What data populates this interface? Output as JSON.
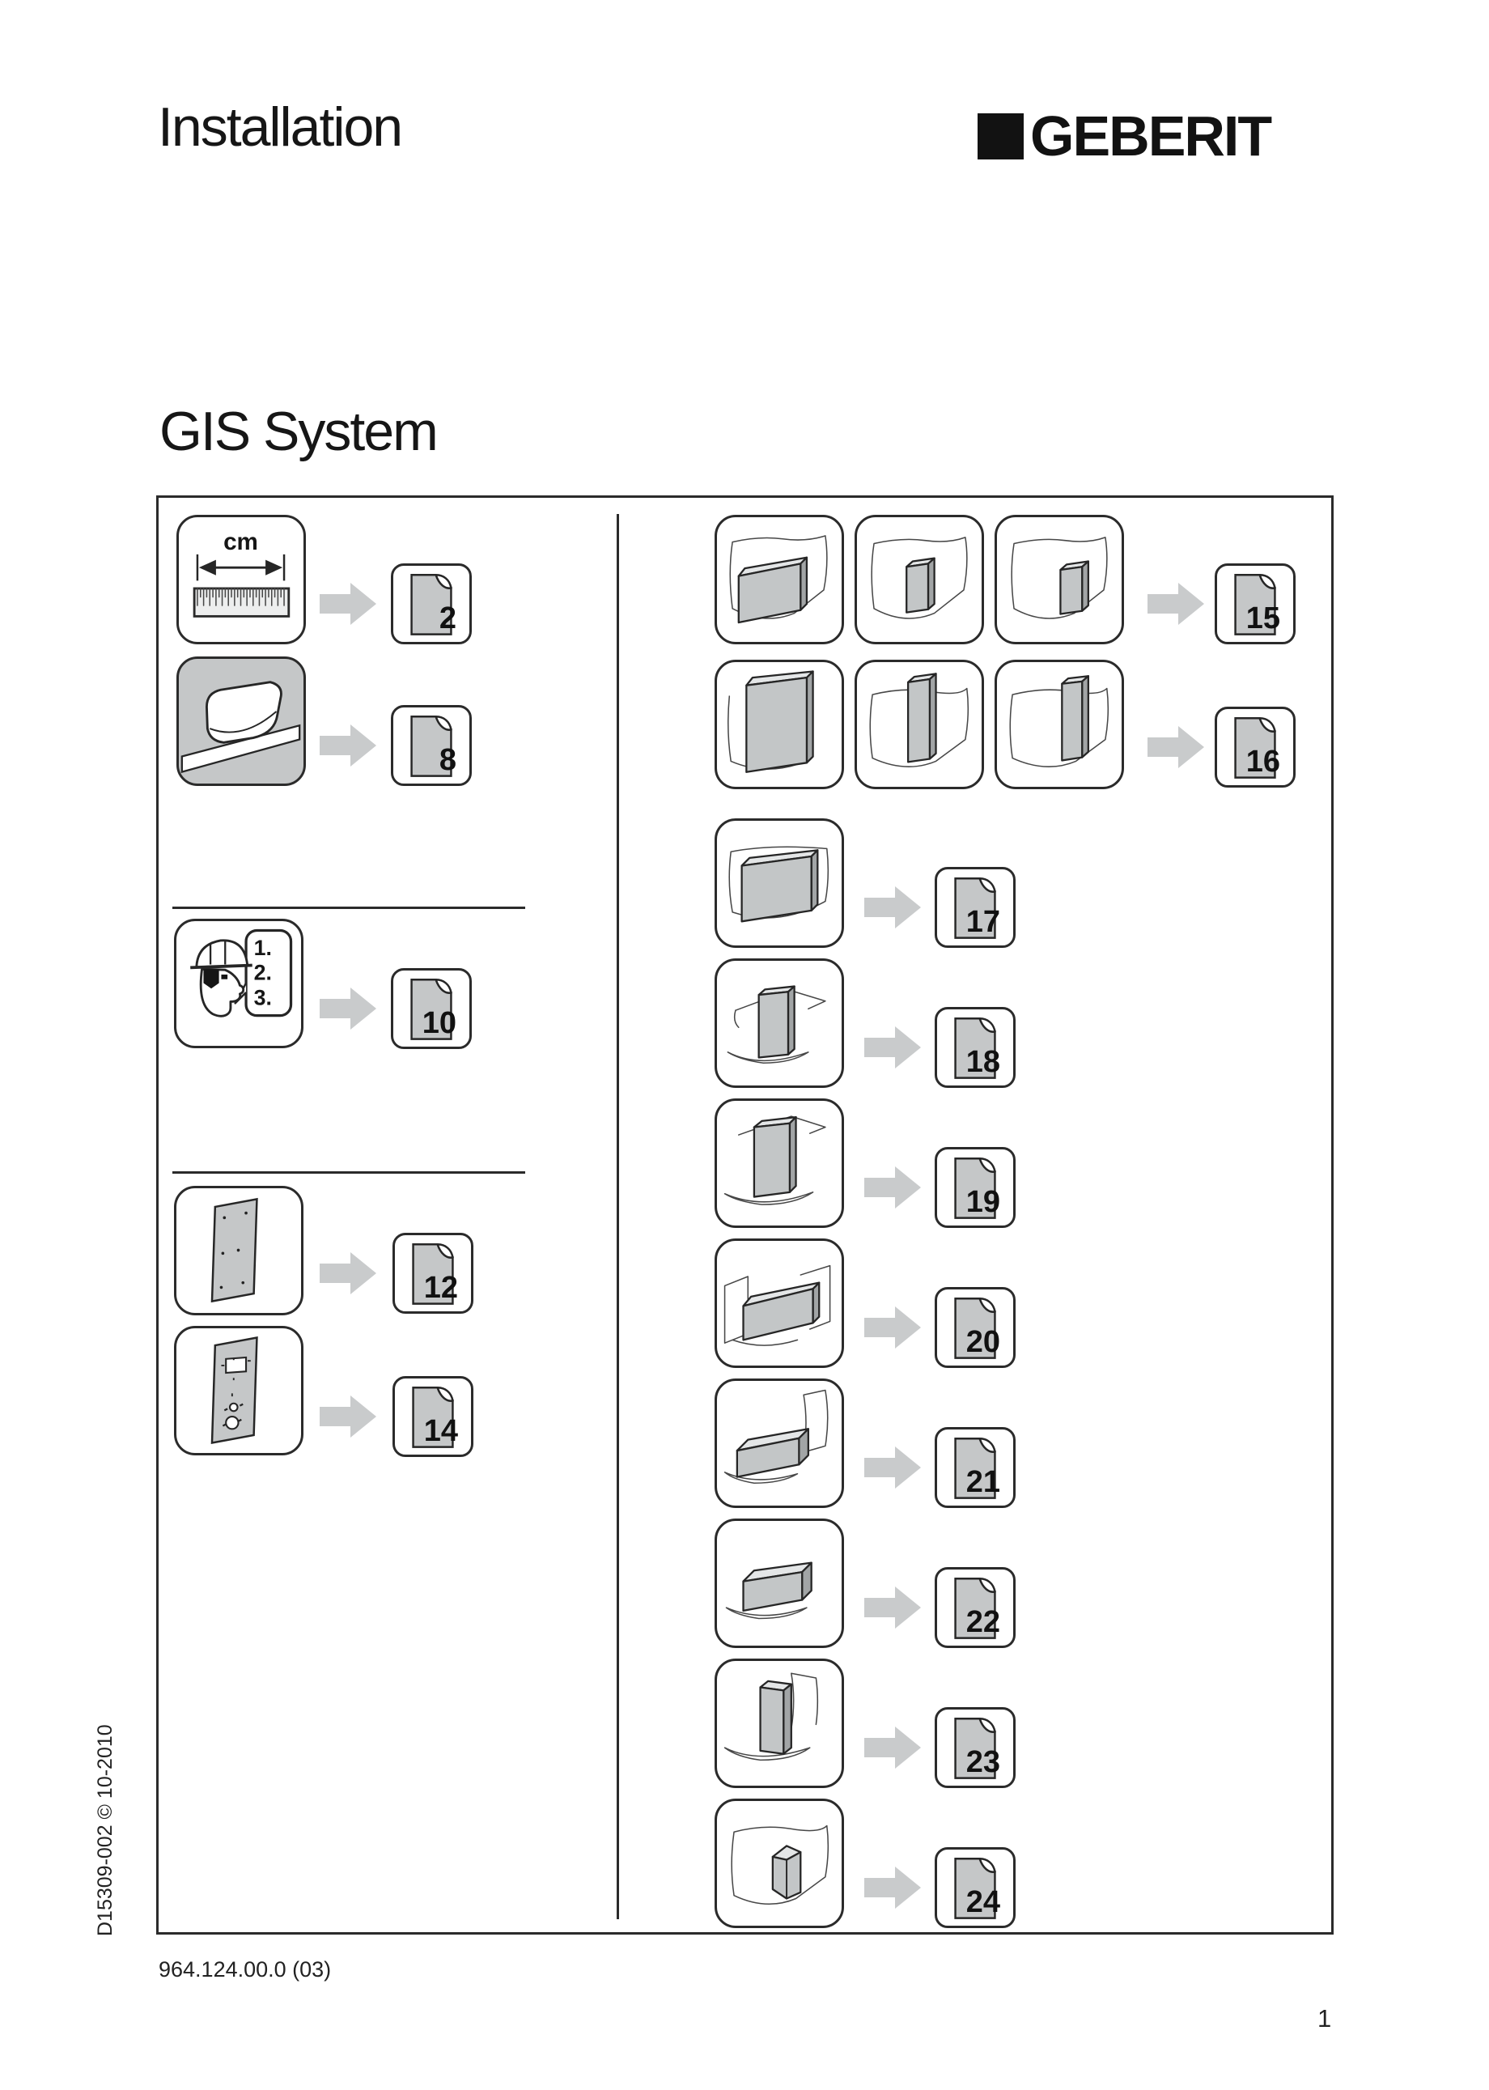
{
  "header": {
    "title": "Installation",
    "logo_text": "GEBERIT"
  },
  "section_title": "GIS System",
  "pictograms": {
    "cm_label": "cm",
    "steps": [
      "1.",
      "2.",
      "3."
    ]
  },
  "toc_left": [
    {
      "label": "measurements-in-cm",
      "page": "2"
    },
    {
      "label": "ceramic-appliance",
      "page": "8"
    },
    {
      "label": "assembly-sequence-instructions",
      "page": "10"
    },
    {
      "label": "mounting-panel-plain",
      "page": "12"
    },
    {
      "label": "mounting-panel-with-cutouts",
      "page": "14"
    }
  ],
  "toc_right": [
    {
      "label": "partial-height-front-wall-installations",
      "page": "15"
    },
    {
      "label": "room-height-front-wall-installations",
      "page": "16"
    },
    {
      "label": "wide-panel-in-front-of-wall",
      "page": "17"
    },
    {
      "label": "freestanding-partition-wall",
      "page": "18"
    },
    {
      "label": "partition-wall-at-wall",
      "page": "19"
    },
    {
      "label": "low-room-divider-between-walls",
      "page": "20"
    },
    {
      "label": "low-block-at-wall",
      "page": "21"
    },
    {
      "label": "low-block-freestanding",
      "page": "22"
    },
    {
      "label": "perpendicular-partition-panel",
      "page": "23"
    },
    {
      "label": "corner-installation",
      "page": "24"
    }
  ],
  "footer": {
    "vertical_code": "D15309-002 © 10-2010",
    "article_code": "964.124.00.0 (03)",
    "page_number": "1"
  },
  "colors": {
    "panel_gray": "#c5c7c8",
    "arrow_gray": "#c9cbcc",
    "line_dark": "#2b2b2b"
  }
}
